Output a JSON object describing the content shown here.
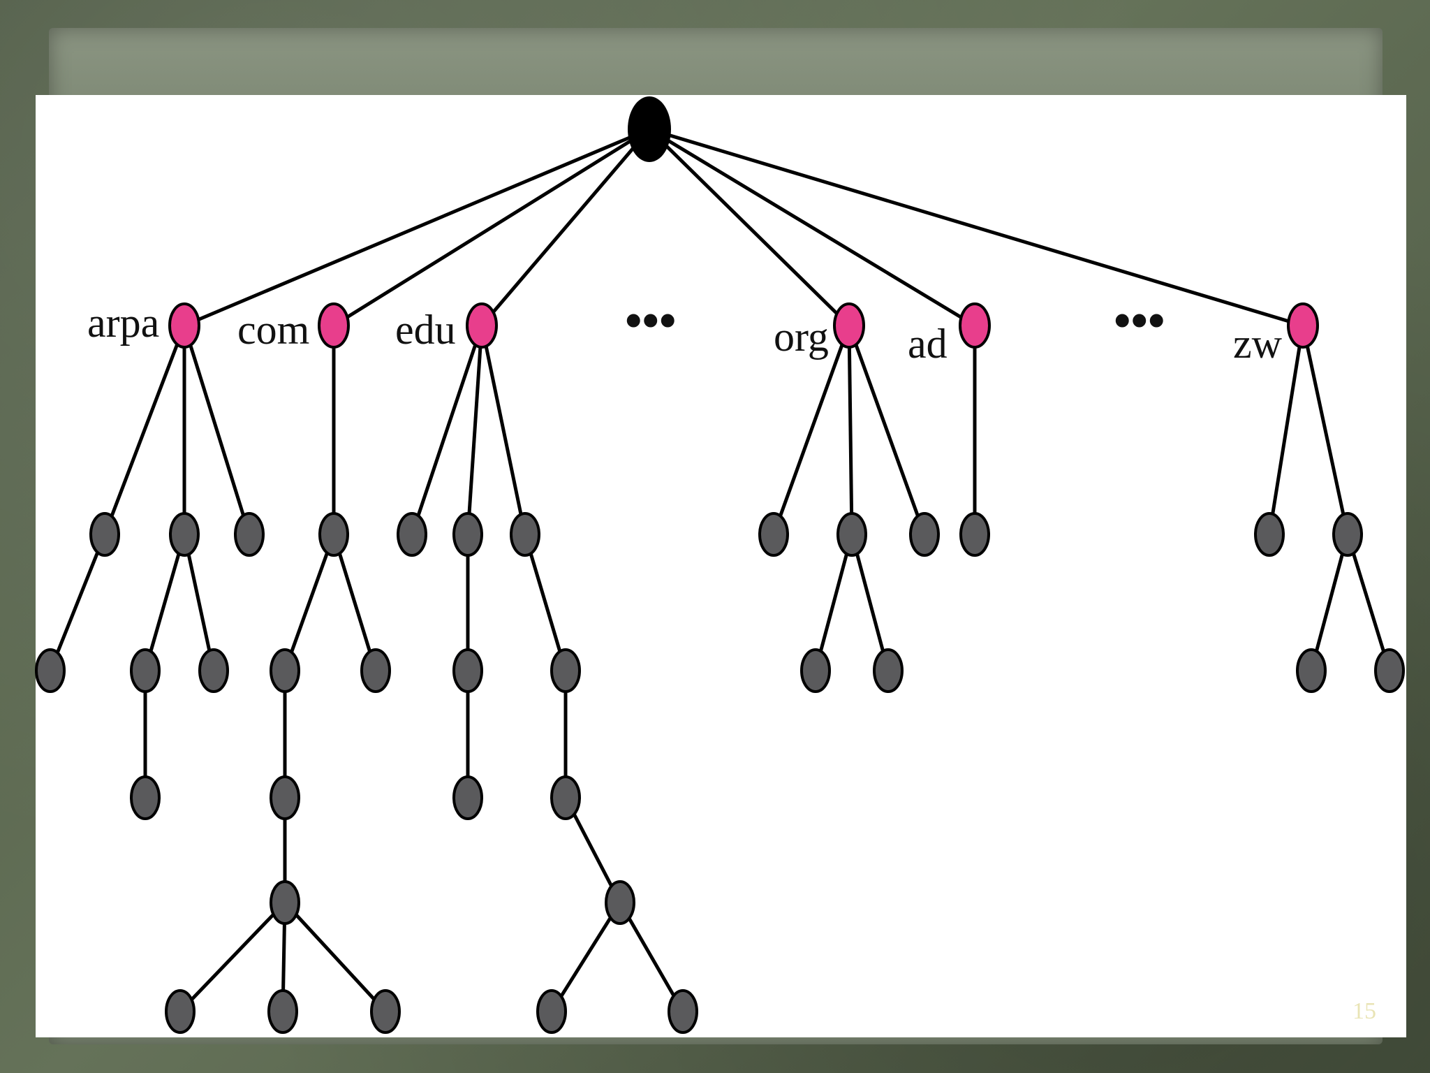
{
  "diagram": {
    "root_color": "#000000",
    "tld_color": "#e83e8c",
    "node_color": "#5a5a5c",
    "edge_color": "#000000",
    "top_level_domains": [
      {
        "label": "arpa"
      },
      {
        "label": "com"
      },
      {
        "label": "edu"
      },
      {
        "label": "org"
      },
      {
        "label": "ad"
      },
      {
        "label": "zw"
      }
    ],
    "ellipsis_1": "•••",
    "ellipsis_2": "•••"
  },
  "slide": {
    "page_number": "15"
  }
}
